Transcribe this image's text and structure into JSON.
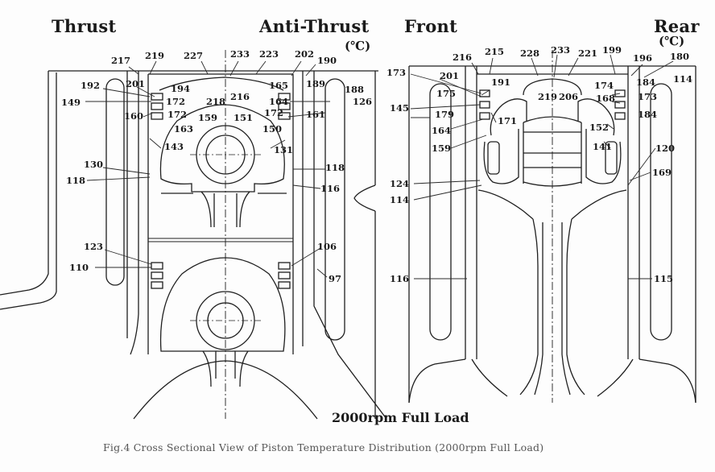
{
  "headers": {
    "thrust": "Thrust",
    "anti_thrust": "Anti-Thrust",
    "front": "Front",
    "rear": "Rear",
    "unit_left": "(℃)",
    "unit_right": "(℃)"
  },
  "subtitle": "2000rpm Full Load",
  "caption": "Fig.4 Cross Sectional View of Piston Temperature Distribution    (2000rpm Full Load)",
  "left_view_labels": [
    "217",
    "219",
    "227",
    "233",
    "223",
    "202",
    "190",
    "192",
    "201",
    "194",
    "165",
    "189",
    "188",
    "149",
    "172",
    "218",
    "216",
    "164",
    "126",
    "160",
    "172",
    "172",
    "161",
    "163",
    "159",
    "151",
    "150",
    "143",
    "131",
    "130",
    "118",
    "118",
    "116",
    "123",
    "106",
    "110",
    "97"
  ],
  "right_view_labels": [
    "216",
    "215",
    "228",
    "233",
    "221",
    "199",
    "196",
    "180",
    "173",
    "201",
    "191",
    "184",
    "114",
    "175",
    "219",
    "206",
    "174",
    "168",
    "173",
    "145",
    "179",
    "184",
    "171",
    "164",
    "152",
    "159",
    "141",
    "120",
    "124",
    "169",
    "114",
    "116",
    "115"
  ]
}
